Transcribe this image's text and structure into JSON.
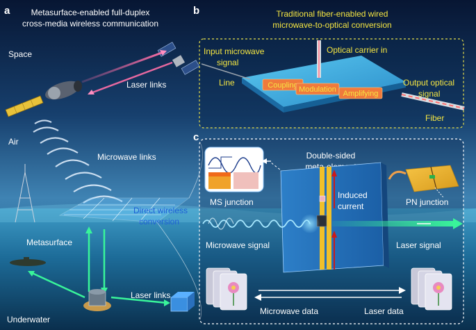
{
  "panel_a": {
    "letter": "a",
    "title_line1": "Metasurface-enabled full-duplex",
    "title_line2": "cross-media wireless communication",
    "label_space": "Space",
    "label_air": "Air",
    "label_underwater": "Underwater",
    "label_laser_links_top": "Laser links",
    "label_microwave_links": "Microwave links",
    "label_direct_wireless_1": "Direct wireless",
    "label_direct_wireless_2": "conversion",
    "label_metasurface": "Metasurface",
    "label_laser_links_bottom": "Laser links"
  },
  "panel_b": {
    "letter": "b",
    "title_line1": "Traditional fiber-enabled wired",
    "title_line2": "microwave-to-optical conversion",
    "label_input_1": "Input microwave",
    "label_input_2": "signal",
    "label_line": "Line",
    "label_optical_carrier": "Optical carrier in",
    "stage_coupling": "Coupling",
    "stage_modulation": "Modulation",
    "stage_amplifying": "Amplifying",
    "label_output_1": "Output optical",
    "label_output_2": "signal",
    "label_fiber": "Fiber"
  },
  "panel_c": {
    "letter": "c",
    "label_meta_1": "Double-sided",
    "label_meta_2": "meta-element",
    "label_ms_junction": "MS junction",
    "label_induced_1": "Induced",
    "label_induced_2": "current",
    "label_pn_junction": "PN junction",
    "label_microwave_signal": "Microwave signal",
    "label_laser_signal": "Laser signal",
    "label_microwave_data": "Microwave data",
    "label_laser_data": "Laser data"
  },
  "colors": {
    "yellow_text": "#f5e642",
    "blue_text": "#1e5fd6",
    "laser_pink": "#ff6fa8",
    "laser_green": "#39f59a",
    "microwave_white": "#e6f2ff"
  }
}
